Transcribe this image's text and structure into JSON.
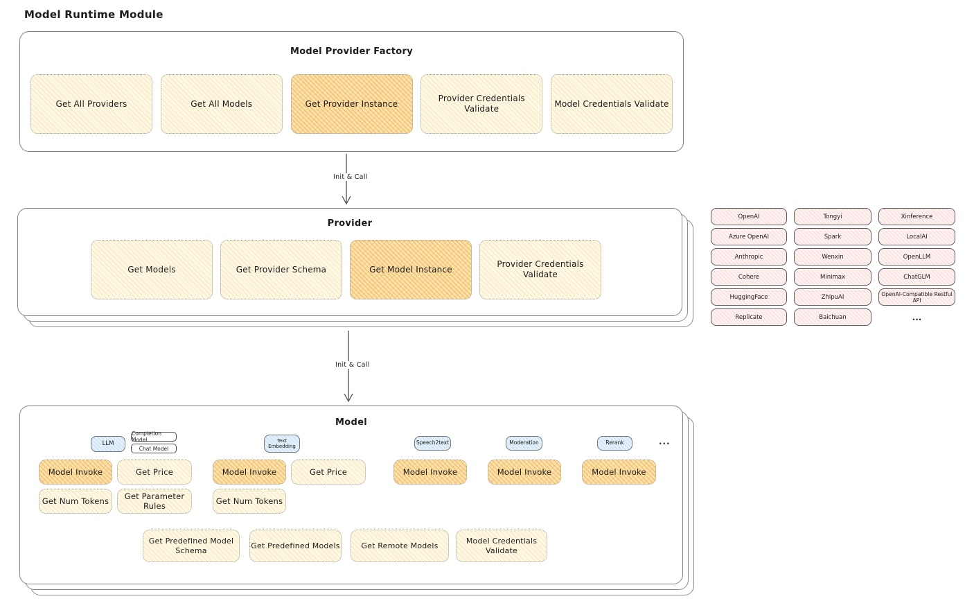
{
  "page_title": "Model Runtime Module",
  "factory": {
    "title": "Model Provider Factory",
    "buttons": [
      "Get All Providers",
      "Get All Models",
      "Get Provider Instance",
      "Provider Credentials Validate",
      "Model Credentials Validate"
    ]
  },
  "arrow1_label": "Init & Call",
  "arrow2_label": "Init & Call",
  "provider": {
    "title": "Provider",
    "buttons": [
      "Get Models",
      "Get Provider Schema",
      "Get Model Instance",
      "Provider Credentials Validate"
    ]
  },
  "provider_list": {
    "col1": [
      "OpenAI",
      "Azure OpenAI",
      "Anthropic",
      "Cohere",
      "HuggingFace",
      "Replicate"
    ],
    "col2": [
      "Tongyi",
      "Spark",
      "Wenxin",
      "Minimax",
      "ZhipuAI",
      "Baichuan"
    ],
    "col3": [
      "Xinference",
      "LocalAI",
      "OpenLLM",
      "ChatGLM",
      "OpenAI-Compatible Restful API"
    ],
    "more": "..."
  },
  "model": {
    "title": "Model",
    "tabs": {
      "llm": "LLM",
      "completion_model": "Completion Model",
      "chat_model": "Chat Model",
      "text_embedding": "Text Embedding",
      "speech2text": "Speech2text",
      "moderation": "Moderation",
      "rerank": "Rerank",
      "more": "..."
    },
    "labels": {
      "model_invoke": "Model Invoke",
      "get_price": "Get Price",
      "get_num_tokens": "Get Num Tokens",
      "get_parameter_rules": "Get Parameter Rules",
      "get_predefined_model_schema": "Get Predefined Model Schema",
      "get_predefined_models": "Get Predefined Models",
      "get_remote_models": "Get Remote Models",
      "model_credentials_validate": "Model Credentials Validate"
    }
  },
  "colors": {
    "node_cream": "#fdf8e3",
    "node_highlight": "#fbe3ac",
    "pill_blue": "#e4f1fa",
    "pill_pink": "#fdf1f0",
    "ink": "#1b1b1b"
  }
}
